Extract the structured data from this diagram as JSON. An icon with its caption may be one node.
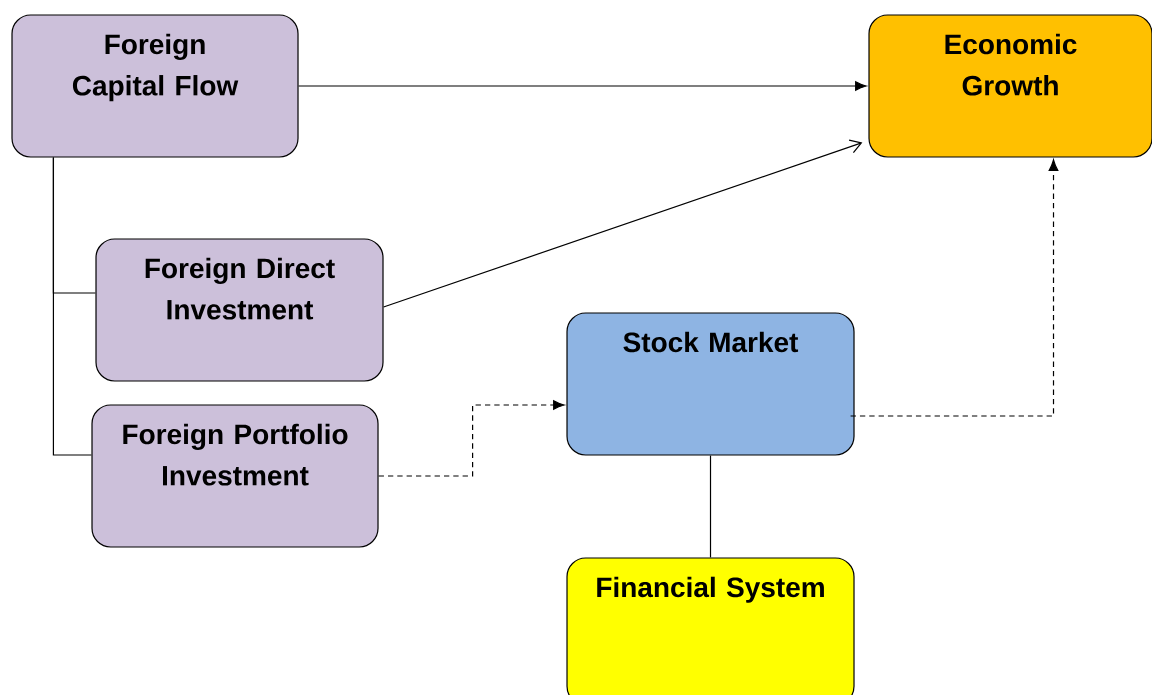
{
  "diagram": {
    "nodes": [
      {
        "text": [
          "Foreign Capital Flow"
        ]
      },
      {
        "text": [
          "Economic Growth"
        ]
      },
      {
        "text": [
          "Foreign Direct Investment"
        ]
      },
      {
        "text": [
          "Stock Market"
        ]
      },
      {
        "text": [
          "Foreign Portfolio Investment"
        ]
      },
      {
        "text": [
          "Financial System"
        ]
      }
    ],
    "edges": [
      {
        "from": 0,
        "to": 1,
        "arrow": "to"
      },
      {
        "from": 0,
        "to": 2,
        "arrow": "none"
      },
      {
        "from": 0,
        "to": 4,
        "arrow": "none"
      },
      {
        "from": 2,
        "to": 1,
        "arrow": "to"
      },
      {
        "from": 4,
        "to": 3,
        "arrow": "to",
        "style": "dashed"
      },
      {
        "from": 3,
        "to": 1,
        "arrow": "to",
        "style": "dashed"
      },
      {
        "from": 3,
        "to": 5,
        "arrow": "none"
      }
    ]
  }
}
